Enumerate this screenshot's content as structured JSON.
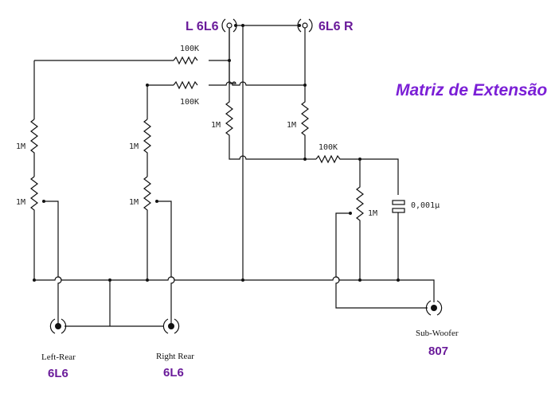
{
  "diagram": {
    "title": "Matriz de Extensão",
    "inputs": {
      "left": "L 6L6",
      "right": "6L6 R"
    },
    "components": {
      "r_top1": "100K",
      "r_top2": "100K",
      "r_left_series": "1M",
      "r_left_pot": "1M",
      "r_right_series": "1M",
      "r_right_pot": "1M",
      "r_mix_left": "1M",
      "r_mix_right": "1M",
      "r_sub_series": "100K",
      "r_sub_pot": "1M",
      "c_sub": "0,001µ"
    },
    "outputs": [
      {
        "name": "Left-Rear",
        "tube": "6L6"
      },
      {
        "name": "Right Rear",
        "tube": "6L6"
      },
      {
        "name": "Sub-Woofer",
        "tube": "807"
      }
    ]
  }
}
